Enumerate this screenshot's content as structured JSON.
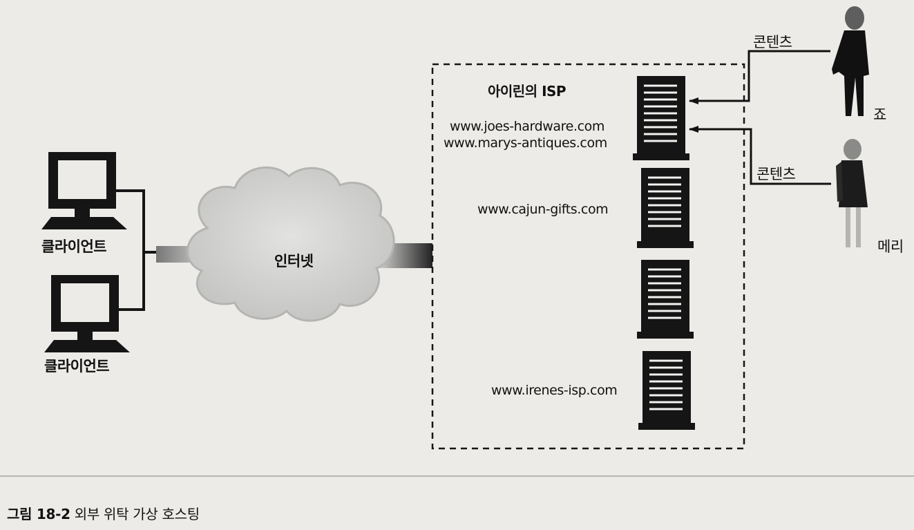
{
  "diagram": {
    "isp_title": "아이린의 ISP",
    "internet_label": "인터넷",
    "clients": [
      "클라이언트",
      "클라이언트"
    ],
    "sites": {
      "joes": "www.joes-hardware.com",
      "marys": "www.marys-antiques.com",
      "cajun": "www.cajun-gifts.com",
      "irenes": "www.irenes-isp.com"
    },
    "content_labels": [
      "콘텐츠",
      "콘텐츠"
    ],
    "people": [
      "죠",
      "메리"
    ]
  },
  "caption": {
    "number": "그림 18-2",
    "text": "외부 위탁 가상 호스팅"
  },
  "colors": {
    "background": "#ecebe8",
    "ink": "#111111",
    "cloud": "#d4d4d2"
  }
}
